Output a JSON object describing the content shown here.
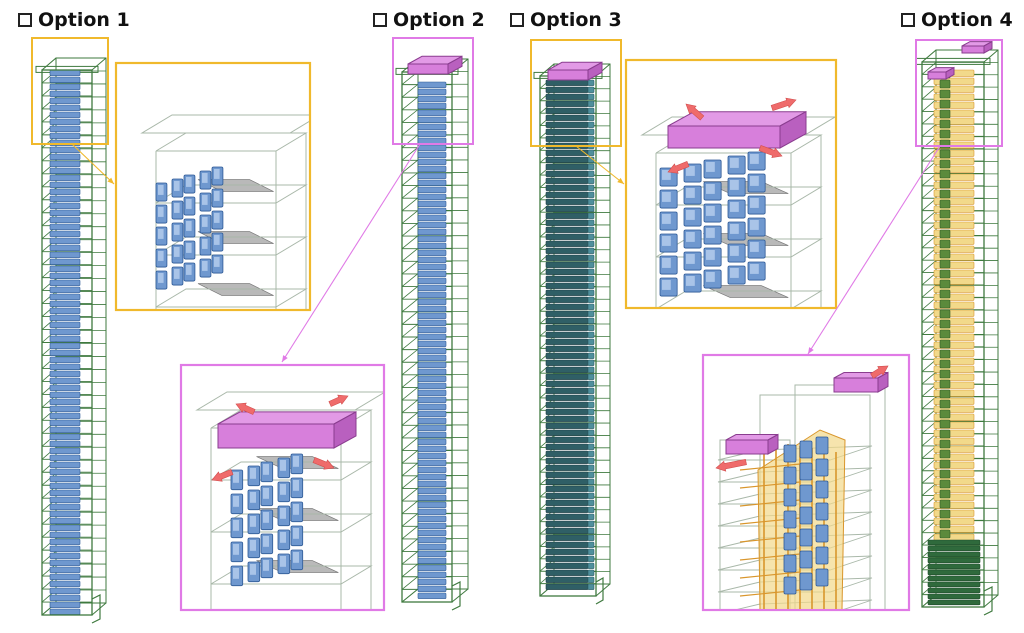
{
  "options": [
    {
      "id": "1",
      "label": "Option 1"
    },
    {
      "id": "2",
      "label": "Option 2"
    },
    {
      "id": "3",
      "label": "Option 3"
    },
    {
      "id": "4",
      "label": "Option 4"
    }
  ],
  "colors": {
    "frame": "#3f7a3f",
    "light_frame": "#a9b8a9",
    "module": "#6f98cf",
    "module_dark": "#2e5a96",
    "slab": "#b9b9b9",
    "tank": "#d77fdb",
    "tank_edge": "#8a3d8f",
    "arrow": "#ef6b6b",
    "callout_gold": "#f0b92c",
    "callout_pink": "#e07ae6",
    "core_fill": "#f2d98a",
    "column_orange": "#d9962c"
  }
}
